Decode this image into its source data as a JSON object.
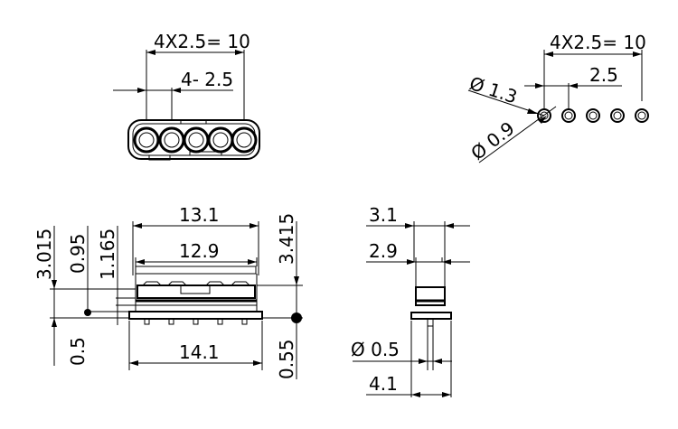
{
  "dimensions": {
    "top_front_pitch_total": "4X2.5= 10",
    "top_front_pitch": "4- 2.5",
    "top_right_pitch_total": "4X2.5= 10",
    "top_right_pitch": "2.5",
    "hole_dia_outer": "Ø 1.3",
    "hole_dia_inner": "Ø 0.9",
    "side_width_outer": "13.1",
    "side_width_inner": "12.9",
    "side_width_bottom": "14.1",
    "height_total": "3.015",
    "height_mid": "0.95",
    "height_upper": "1.165",
    "height_base": "0.5",
    "right_height": "3.415",
    "right_base": "0.55",
    "end_width_outer": "3.1",
    "end_width_inner": "2.9",
    "pin_dia": "Ø 0.5",
    "end_base_width": "4.1"
  }
}
